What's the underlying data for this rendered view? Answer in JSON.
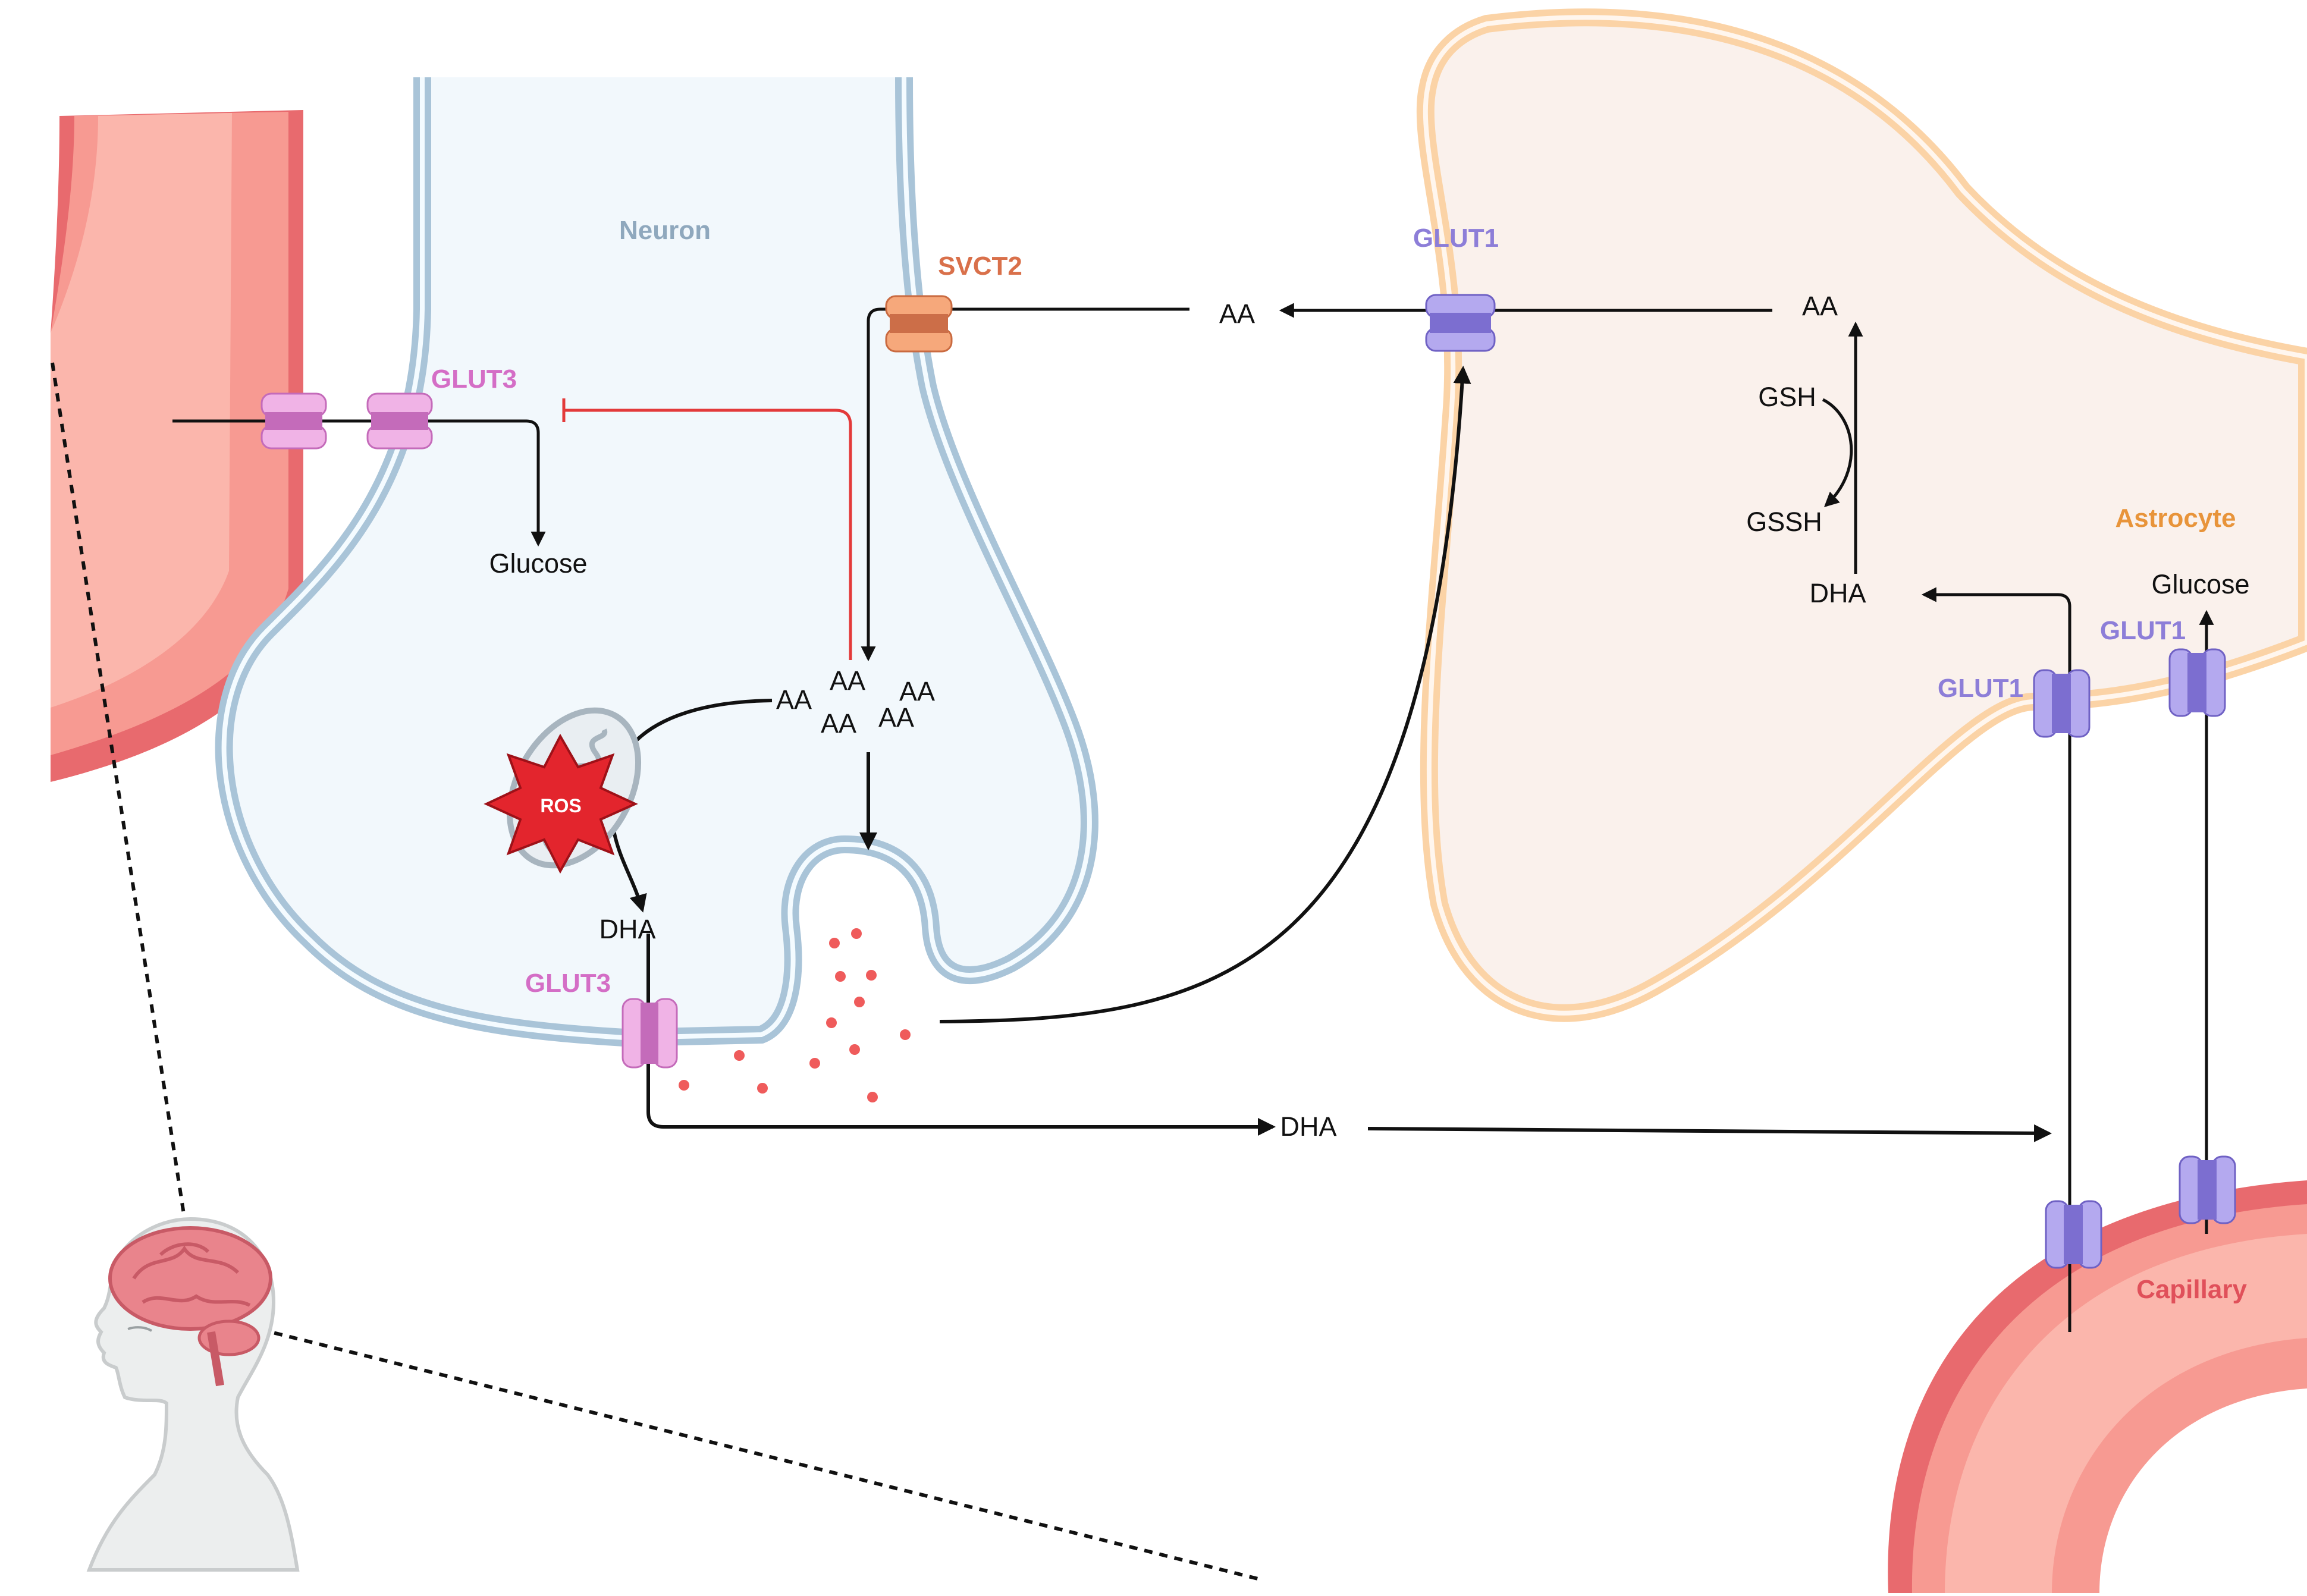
{
  "labels": {
    "neuron": "Neuron",
    "astrocyte": "Astrocyte",
    "capillary": "Capillary",
    "svct2": "SVCT2",
    "glut1_top": "GLUT1",
    "glut3_top": "GLUT3",
    "glut3_bottom": "GLUT3",
    "glut1_right_a": "GLUT1",
    "glut1_right_b": "GLUT1",
    "ros": "ROS",
    "glucose_neuron": "Glucose",
    "glucose_astro": "Glucose",
    "aa_mid": "AA",
    "aa_astro": "AA",
    "aa_1": "AA",
    "aa_2": "AA",
    "aa_3": "AA",
    "aa_4": "AA",
    "aa_5": "AA",
    "gsh": "GSH",
    "gssh": "GSSH",
    "dha_astro": "DHA",
    "dha_neuron": "DHA",
    "dha_extracellular": "DHA"
  },
  "colors": {
    "neuron_label": "#8fa8bd",
    "astrocyte_label": "#e8943a",
    "capillary_label": "#e0505a",
    "svct2": "#d9704a",
    "glut1": "#8d7ed8",
    "glut3": "#d46ec6",
    "ros": "#e3252d",
    "inhibition": "#e33a3a",
    "neuron_fill": "#f2f8fc",
    "neuron_membrane": "#a9c4d8",
    "astrocyte_fill": "#faf1ec",
    "astrocyte_membrane": "#fbd3a6",
    "vessel_outer": "#e86a6e",
    "vessel_inner": "#fbb6ac"
  },
  "icons": {
    "ros": "ros-burst-icon",
    "mitochondrion": "mitochondrion-icon",
    "brain": "human-head-brain-icon",
    "transporter": "membrane-transporter-icon"
  }
}
